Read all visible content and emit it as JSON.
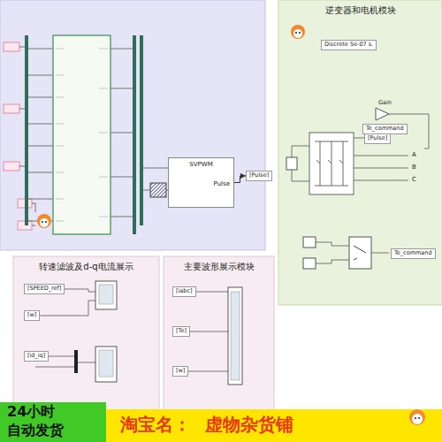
{
  "diagram": {
    "nodes": [
      {
        "text": [
          "逆变器和电机模块"
        ]
      },
      {
        "text": [
          "Discrete 5e-07 s."
        ],
        "in": 0
      },
      {
        "text": [
          "Te_command"
        ],
        "in": 0
      },
      {
        "text": [
          "[Pulse]"
        ],
        "in": 0
      },
      {
        "text": [
          "Te_command"
        ],
        "in": 0
      },
      {
        "text": [
          "转速滤波及d-q电流展示"
        ]
      },
      {
        "text": [
          "[SPEED_ref]"
        ],
        "in": 5
      },
      {
        "text": [
          "[w]"
        ],
        "in": 5
      },
      {
        "text": [
          "[id_iq]"
        ],
        "in": 5
      },
      {
        "text": [
          "主要波形展示模块"
        ]
      },
      {
        "text": [
          "[iabc]"
        ],
        "in": 9
      },
      {
        "text": [
          "[Te]"
        ],
        "in": 9
      },
      {
        "text": [
          "[w]"
        ],
        "in": 9
      },
      {
        "text": [
          "SVPWM",
          "Pulse"
        ]
      },
      {
        "text": [
          "[Pulse]"
        ]
      }
    ],
    "edges": [
      {
        "from": 13,
        "to": 14,
        "arrow": "to"
      }
    ],
    "labels": [
      "Gain",
      "A",
      "B",
      "C",
      "24小时",
      "自动发货",
      "淘宝名：",
      "虚物杂货铺"
    ]
  }
}
